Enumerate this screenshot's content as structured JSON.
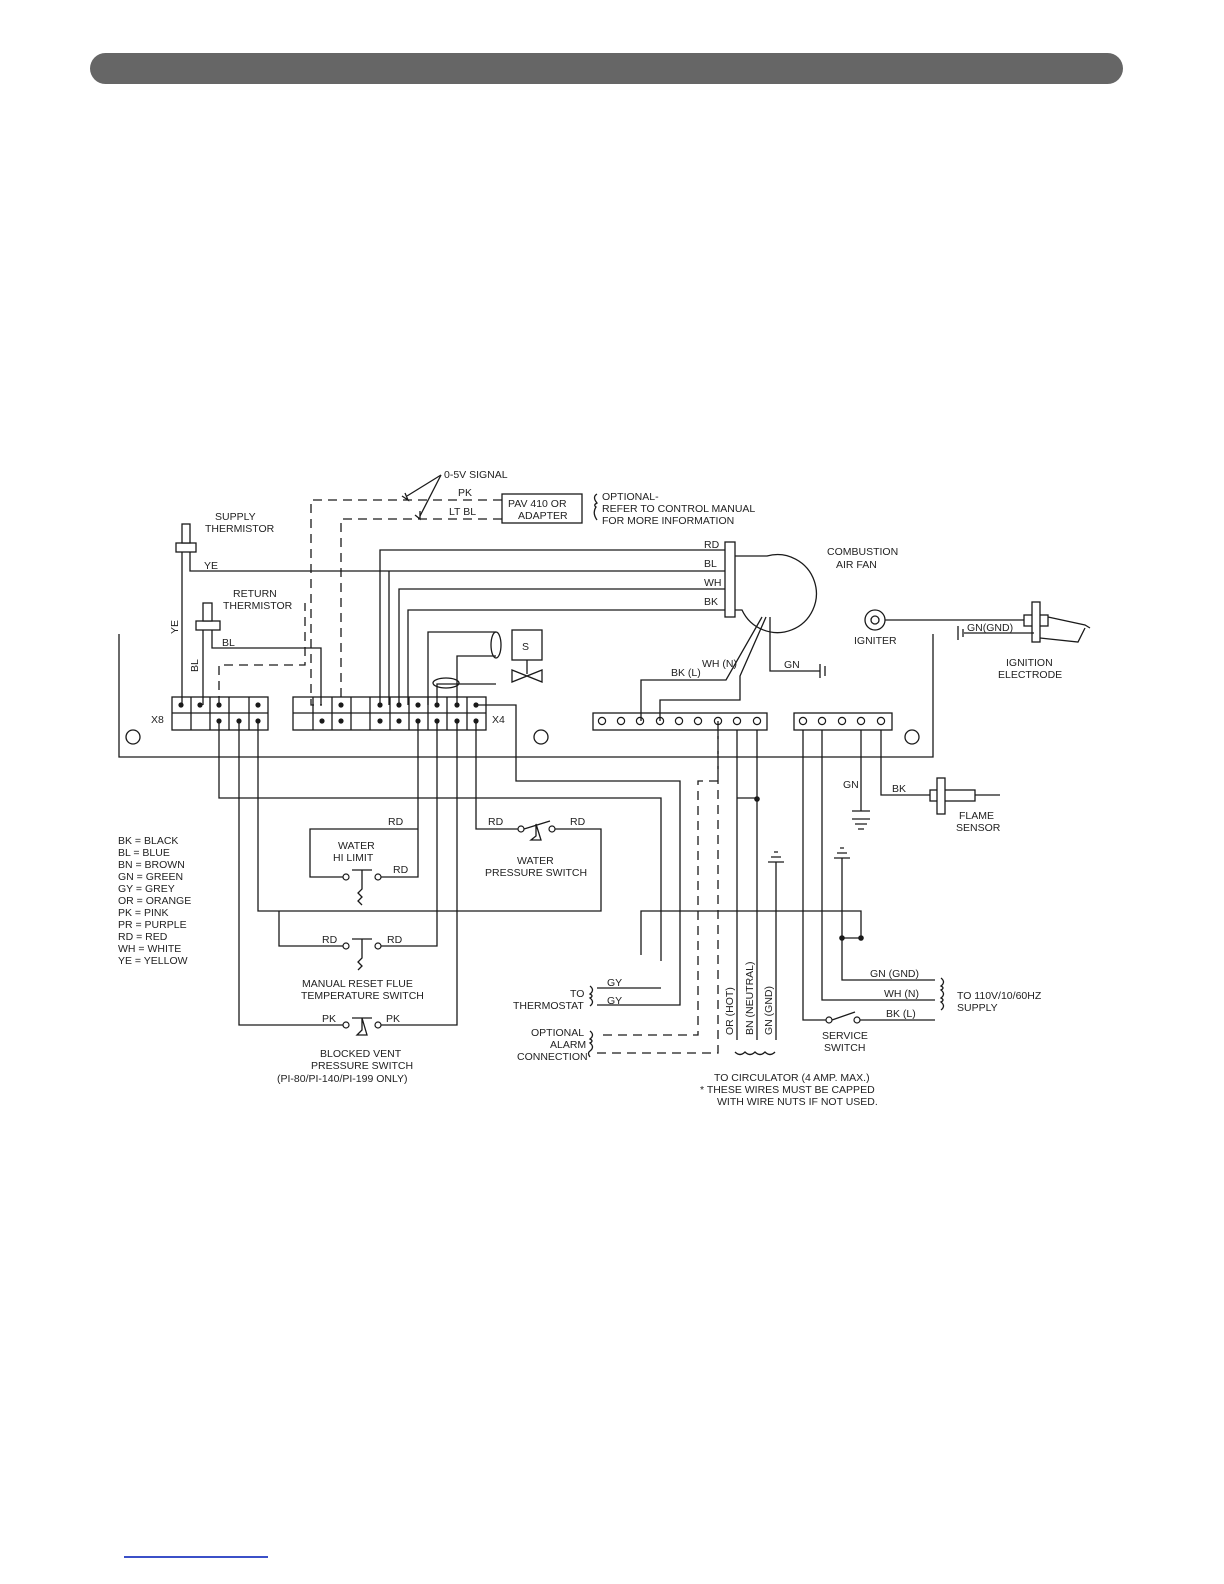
{
  "header": {
    "bar_color": "#666666"
  },
  "footer": {
    "link_underline_color": "#3b50c8"
  },
  "signal": {
    "label": "0-5V SIGNAL",
    "pk": "PK",
    "ltbl": "LT BL"
  },
  "pav": {
    "line1": "PAV 410 OR",
    "line2": "ADAPTER"
  },
  "optional_note": {
    "line1": "OPTIONAL-",
    "line2": "REFER TO CONTROL MANUAL",
    "line3": "FOR MORE INFORMATION"
  },
  "supply_thermistor": {
    "line1": "SUPPLY",
    "line2": "THERMISTOR"
  },
  "return_thermistor": {
    "line1": "RETURN",
    "line2": "THERMISTOR"
  },
  "combustion_fan": {
    "line1": "COMBUSTION",
    "line2": "AIR FAN"
  },
  "igniter": "IGNITER",
  "ignition_electrode": {
    "line1": "IGNITION",
    "line2": "ELECTRODE",
    "gnd": "GN(GND)"
  },
  "gas_valve": "S",
  "connectors": {
    "x8": "X8",
    "x4": "X4"
  },
  "wire_codes": {
    "rd": "RD",
    "bl": "BL",
    "wh": "WH",
    "bk": "BK",
    "ye": "YE",
    "gn": "GN",
    "gy": "GY",
    "pk": "PK",
    "bk_l": "BK (L)",
    "wh_n": "WH (N)"
  },
  "water_hi_limit": {
    "line1": "WATER",
    "line2": "HI LIMIT"
  },
  "water_pressure": {
    "line1": "WATER",
    "line2": "PRESSURE SWITCH"
  },
  "flue_switch": {
    "line1": "MANUAL RESET FLUE",
    "line2": "TEMPERATURE SWITCH"
  },
  "blocked_vent": {
    "line1": "BLOCKED VENT",
    "line2": "PRESSURE SWITCH",
    "line3": "(PI-80/PI-140/PI-199 ONLY)"
  },
  "flame_sensor": {
    "line1": "FLAME",
    "line2": "SENSOR"
  },
  "thermostat": {
    "line1": "TO",
    "line2": "THERMOSTAT"
  },
  "alarm": {
    "line1": "OPTIONAL",
    "line2": "ALARM",
    "line3": "CONNECTION"
  },
  "circulator_wires": {
    "or_hot": "OR (HOT)",
    "bn_neutral": "BN (NEUTRAL)",
    "gn_gnd": "GN (GND)"
  },
  "circulator_note": {
    "line1": "TO CIRCULATOR (4 AMP. MAX.)",
    "line2": "* THESE WIRES MUST BE CAPPED",
    "line3": "WITH WIRE NUTS IF NOT USED."
  },
  "supply_wires": {
    "gn_gnd": "GN (GND)",
    "wh_n": "WH (N)",
    "bk_l": "BK (L)"
  },
  "supply": {
    "line1": "TO 110V/10/60HZ",
    "line2": "SUPPLY"
  },
  "service_switch": {
    "line1": "SERVICE",
    "line2": "SWITCH"
  },
  "legend": [
    "BK = BLACK",
    "BL = BLUE",
    "BN = BROWN",
    "GN = GREEN",
    "GY = GREY",
    "OR = ORANGE",
    "PK = PINK",
    "PR = PURPLE",
    "RD = RED",
    "WH = WHITE",
    "YE = YELLOW"
  ]
}
